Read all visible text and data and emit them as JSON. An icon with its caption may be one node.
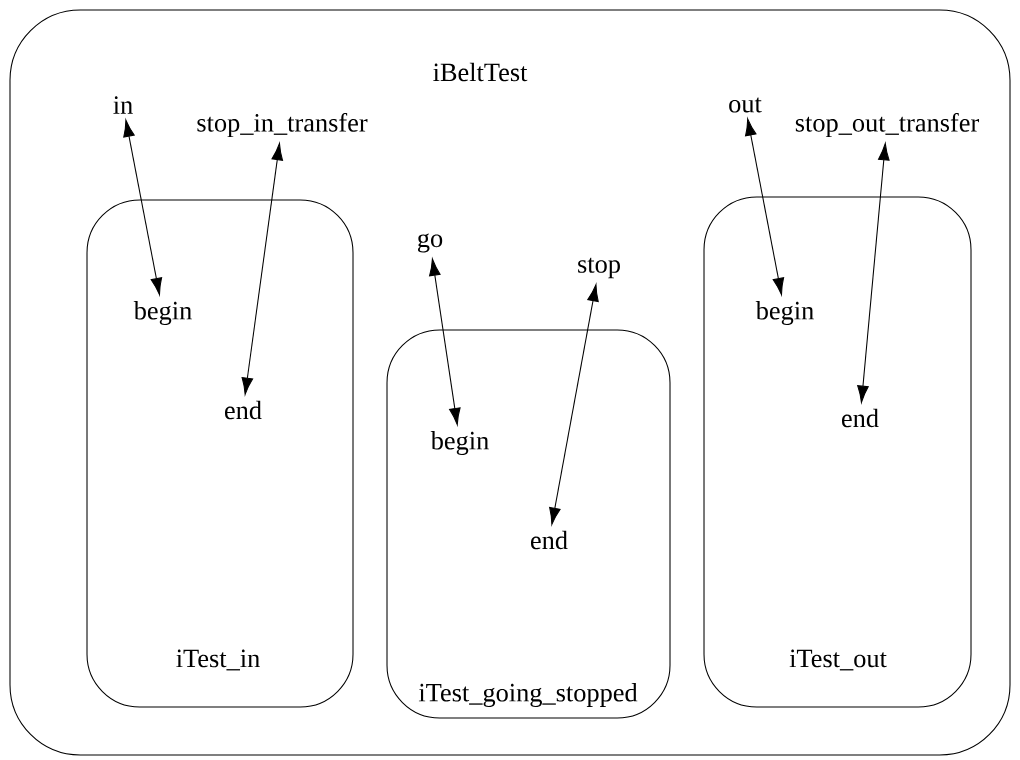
{
  "diagram": {
    "nodes": [
      {
        "text": [
          "iBeltTest"
        ]
      },
      {
        "text": [
          "in"
        ],
        "in": 0
      },
      {
        "text": [
          "stop_in_transfer"
        ],
        "in": 0
      },
      {
        "text": [
          "iTest_in"
        ],
        "in": 0
      },
      {
        "text": [
          "begin"
        ],
        "in": 3
      },
      {
        "text": [
          "end"
        ],
        "in": 3
      },
      {
        "text": [
          "go"
        ],
        "in": 0
      },
      {
        "text": [
          "stop"
        ],
        "in": 0
      },
      {
        "text": [
          "iTest_going_stopped"
        ],
        "in": 0
      },
      {
        "text": [
          "begin"
        ],
        "in": 8
      },
      {
        "text": [
          "end"
        ],
        "in": 8
      },
      {
        "text": [
          "out"
        ],
        "in": 0
      },
      {
        "text": [
          "stop_out_transfer"
        ],
        "in": 0
      },
      {
        "text": [
          "iTest_out"
        ],
        "in": 0
      },
      {
        "text": [
          "begin"
        ],
        "in": 13
      },
      {
        "text": [
          "end"
        ],
        "in": 13
      }
    ],
    "edges": [
      {
        "from": 1,
        "to": 4,
        "arrow": "both"
      },
      {
        "from": 2,
        "to": 5,
        "arrow": "both"
      },
      {
        "from": 6,
        "to": 9,
        "arrow": "both"
      },
      {
        "from": 7,
        "to": 10,
        "arrow": "both"
      },
      {
        "from": 11,
        "to": 14,
        "arrow": "both"
      },
      {
        "from": 12,
        "to": 15,
        "arrow": "both"
      }
    ]
  }
}
